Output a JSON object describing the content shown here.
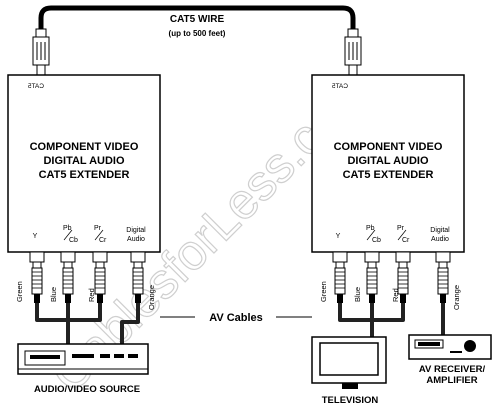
{
  "wire": {
    "title": "CAT5 WIRE",
    "subtitle": "(up to 500 feet)"
  },
  "extender": {
    "line1": "COMPONENT VIDEO",
    "line2": "DIGITAL AUDIO",
    "line3": "CAT5 EXTENDER",
    "cat5_mirror": "CAT5",
    "ports": {
      "y": "Y",
      "pb_top": "Pb",
      "pb_bottom": "Cb",
      "pr_top": "Pr",
      "pr_bottom": "Cr",
      "digital_top": "Digital",
      "digital_bottom": "Audio"
    }
  },
  "cable_colors": {
    "green": "Green",
    "blue": "Blue",
    "red": "Red",
    "orange": "Orange"
  },
  "av_cables_label": "AV Cables",
  "devices": {
    "source": "AUDIO/VIDEO SOURCE",
    "tv": "TELEVISION",
    "receiver_line1": "AV RECEIVER/",
    "receiver_line2": "AMPLIFIER"
  },
  "watermark": "CablesforLess.com"
}
